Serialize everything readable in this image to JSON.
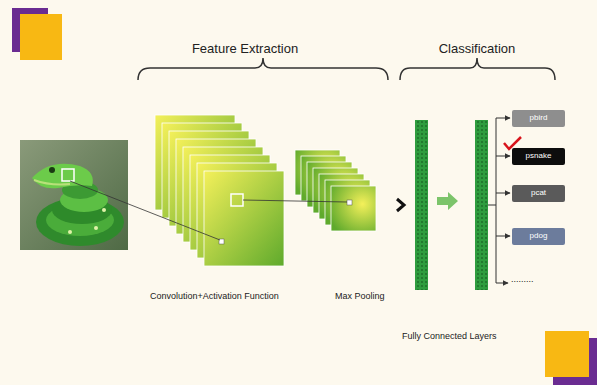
{
  "diagram": {
    "nodes": [
      {
        "text": [
          "pbird"
        ]
      },
      {
        "text": [
          "psnake"
        ]
      },
      {
        "text": [
          "pcat"
        ]
      },
      {
        "text": [
          "pdog"
        ]
      }
    ],
    "labels": [
      "Feature Extraction",
      "Classification",
      "Convolution+Activation Function",
      "Max Pooling",
      "Fully Connected Layers",
      "........."
    ]
  }
}
